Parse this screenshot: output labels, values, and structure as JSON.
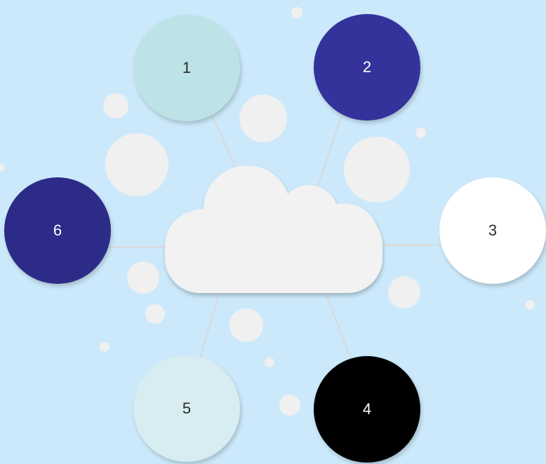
{
  "diagram": {
    "center": {
      "icon": "cloud-icon"
    },
    "nodes": [
      {
        "label": "1",
        "fill": "#bde3e6",
        "text_color": "#2a2a2a"
      },
      {
        "label": "2",
        "fill": "#33339b",
        "text_color": "#ffffff"
      },
      {
        "label": "3",
        "fill": "#ffffff",
        "text_color": "#2a2a2a"
      },
      {
        "label": "4",
        "fill": "#000000",
        "text_color": "#ffffff"
      },
      {
        "label": "5",
        "fill": "#d8edf1",
        "text_color": "#2a2a2a"
      },
      {
        "label": "6",
        "fill": "#2c2c88",
        "text_color": "#ffffff"
      }
    ],
    "colors": {
      "background": "#cbe9fb",
      "bubbles": "#f0f0f0",
      "connectors": "#d9d9d9"
    }
  }
}
